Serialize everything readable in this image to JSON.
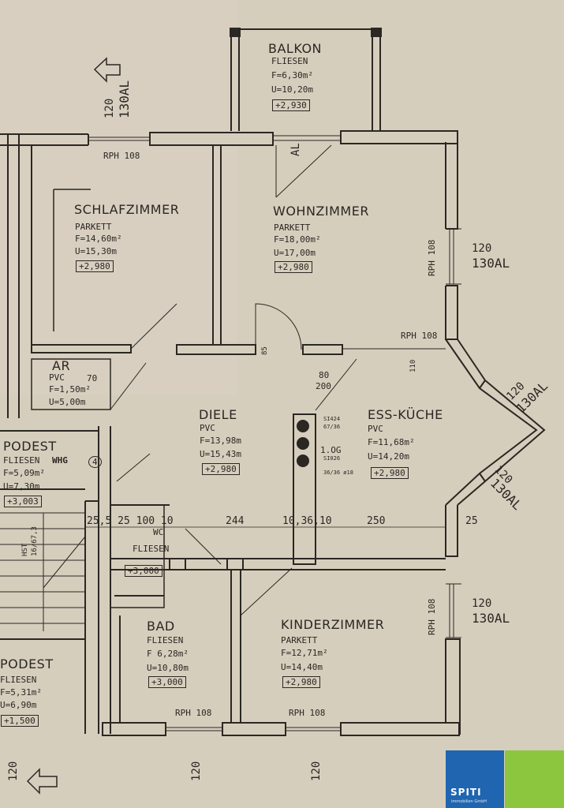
{
  "rooms": {
    "balkon": {
      "name": "BALKON",
      "floor": "FLIESEN",
      "area": "F=6,30m²",
      "perimeter": "U=10,20m",
      "height": "+2,930"
    },
    "schlafzimmer": {
      "name": "SCHLAFZIMMER",
      "floor": "PARKETT",
      "area": "F=14,60m²",
      "perimeter": "U=15,30m",
      "height": "+2,980"
    },
    "wohnzimmer": {
      "name": "WOHNZIMMER",
      "floor": "PARKETT",
      "area": "F=18,00m²",
      "perimeter": "U=17,00m",
      "height": "+2,980"
    },
    "ar": {
      "name": "AR",
      "floor": "PVC",
      "area": "F=1,50m²",
      "perimeter": "U=5,00m"
    },
    "diele": {
      "name": "DIELE",
      "floor": "PVC",
      "area": "F=13,98m",
      "perimeter": "U=15,43m",
      "height": "+2,980"
    },
    "esskueche": {
      "name": "ESS-KÜCHE",
      "floor": "PVC",
      "area": "F=11,68m²",
      "perimeter": "U=14,20m",
      "height": "+2,980"
    },
    "podest1": {
      "name": "PODEST",
      "floor": "FLIESEN",
      "area": "F=5,09m²",
      "perimeter": "U=7,30m",
      "height": "+3,003"
    },
    "wc": {
      "name": "WC",
      "floor": "FLIESEN",
      "height": "+3,000"
    },
    "bad": {
      "name": "BAD",
      "floor": "FLIESEN",
      "area": "F 6,28m²",
      "perimeter": "U=10,80m",
      "height": "+3,000"
    },
    "kinderzimmer": {
      "name": "KINDERZIMMER",
      "floor": "PARKETT",
      "area": "F=12,71m²",
      "perimeter": "U=14,40m",
      "height": "+2,980"
    },
    "podest2": {
      "name": "PODEST",
      "floor": "FLIESEN",
      "area": "F=5,31m²",
      "perimeter": "U=6,90m",
      "height": "+1,500"
    }
  },
  "labels": {
    "whg": "WHG",
    "whg_num": "4",
    "rph": "RPH 108",
    "window_120": "120",
    "window_130al": "130AL",
    "al": "AL",
    "dim_244": "244",
    "dim_250": "250",
    "dim_25": "25",
    "dim_row_left": "25,5 25 100 10",
    "dim_row_mid": "10,36,10",
    "dim_80": "80",
    "dim_200": "200",
    "dim_85": "85",
    "dim_70": "70",
    "dim_110": "110",
    "shaft_log": "1.OG",
    "shaft_a": "SI424",
    "shaft_b": "67/36",
    "shaft_c": "SI026",
    "shaft_d": "36/36 ø18",
    "stair": "HST",
    "stair_dim": "16/67,3"
  },
  "brand": {
    "name": "SPITI",
    "sub": "immobilien GmbH",
    "color": "#1f65b0",
    "accent": "#8cc63f"
  }
}
